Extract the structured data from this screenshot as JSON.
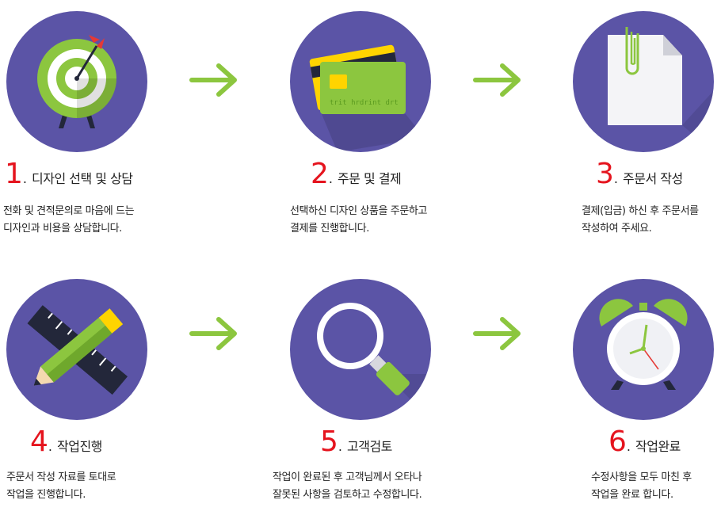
{
  "steps": [
    {
      "number": "1",
      "title": "디자인 선택 및 상담",
      "desc": [
        "전화 및 견적문의로 마음에 드는",
        "디자인과 비용을 상담합니다."
      ],
      "icon": "target-icon"
    },
    {
      "number": "2",
      "title": "주문 및 결제",
      "desc": [
        "선택하신 디자인 상품을 주문하고",
        "결제를 진행합니다."
      ],
      "icon": "credit-card-icon"
    },
    {
      "number": "3",
      "title": "주문서 작성",
      "desc": [
        "결제(입금) 하신 후 주문서를",
        "작성하여 주세요."
      ],
      "icon": "document-clip-icon"
    },
    {
      "number": "4",
      "title": "작업진행",
      "desc": [
        "주문서 작성 자료를 토대로",
        "작업을 진행합니다."
      ],
      "icon": "pencil-ruler-icon"
    },
    {
      "number": "5",
      "title": "고객검토",
      "desc": [
        "작업이 완료된 후 고객님께서 오타나",
        "잘못된 사항을 검토하고 수정합니다."
      ],
      "icon": "magnifier-icon"
    },
    {
      "number": "6",
      "title": "작업완료",
      "desc": [
        "수정사항을 모두 마친 후",
        "작업을 완료 합니다."
      ],
      "icon": "alarm-clock-icon"
    }
  ],
  "colors": {
    "circle": "#5b54a6",
    "arrow": "#8cc63f",
    "number": "#e5141e",
    "accent_green": "#8cc63f"
  },
  "arrows": [
    "arrow-right-icon",
    "arrow-right-icon",
    "arrow-right-icon",
    "arrow-right-icon"
  ]
}
